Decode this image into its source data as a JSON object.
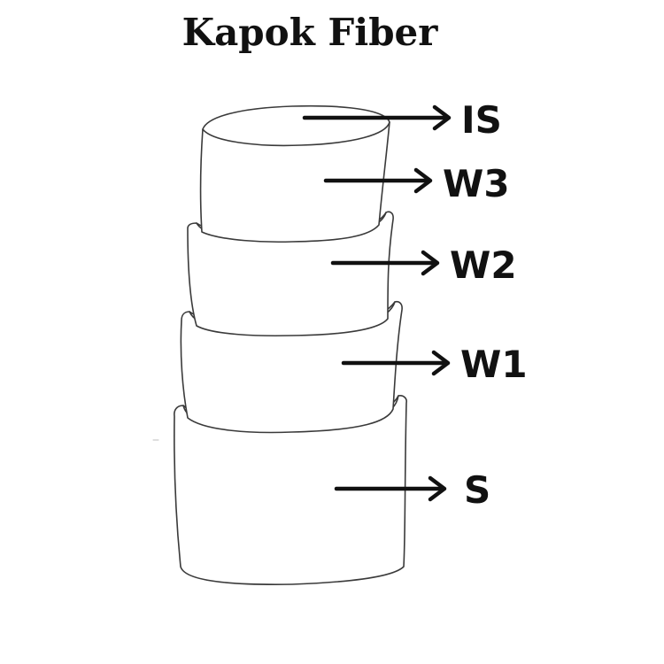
{
  "title": "Kapok Fiber",
  "layers": [
    {
      "key": "IS",
      "label": "IS"
    },
    {
      "key": "W3",
      "label": "W3"
    },
    {
      "key": "W2",
      "label": "W2"
    },
    {
      "key": "W1",
      "label": "W1"
    },
    {
      "key": "S",
      "label": "S"
    }
  ],
  "colors": {
    "ink": "#111111",
    "pencil": "#3a3a3a",
    "background": "#ffffff"
  }
}
